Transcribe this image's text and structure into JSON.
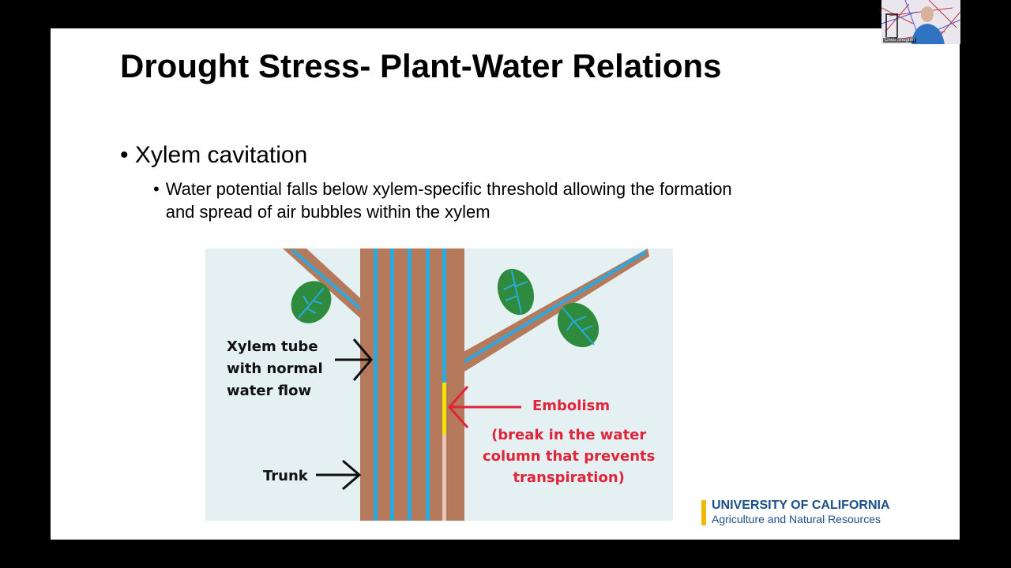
{
  "slide": {
    "title": "Drought Stress- Plant-Water Relations",
    "bullet_main": "Xylem cavitation",
    "bullet_sub": "Water potential falls below xylem-specific threshold allowing the formation and spread of air bubbles within the xylem",
    "bullet_glyph": "•"
  },
  "diagram": {
    "label_xylem": [
      "Xylem tube",
      "with normal",
      "water flow"
    ],
    "label_trunk": "Trunk",
    "label_embolism": "Embolism",
    "label_break": [
      "(break in the water",
      "column that prevents",
      "transpiration)"
    ],
    "colors": {
      "background": "#e4f0f2",
      "wood": "#b57a5c",
      "xylem": "#2aa9e0",
      "leaf": "#2e8b3e",
      "embolism": "#f2e600",
      "annotation": "#e0243a"
    }
  },
  "logo": {
    "line1": "UNIVERSITY OF CALIFORNIA",
    "line2": "Agriculture and Natural Resources"
  },
  "webcam": {
    "name": "Chris Shogren"
  }
}
